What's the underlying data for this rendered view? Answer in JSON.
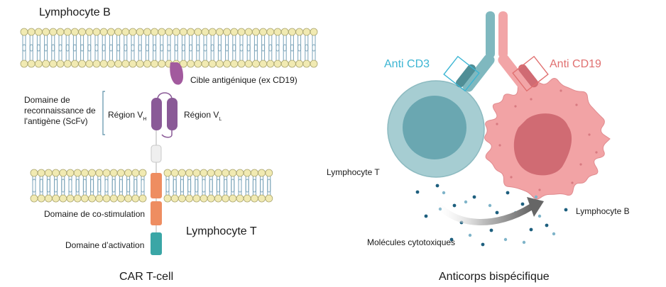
{
  "left": {
    "caption": "CAR T-cell",
    "top_membrane_label": "Lymphocyte B",
    "target_label": "Cible antigénique (ex CD19)",
    "scfv_label_lines": [
      "Domaine de",
      "reconnaissance de",
      "l'antigène (ScFv)"
    ],
    "vh_label": "Région V",
    "vh_sub": "H",
    "vl_label": "Région V",
    "vl_sub": "L",
    "costim_label": "Domaine de co-stimulation",
    "activation_label": "Domaine d’activation",
    "t_cell_label": "Lymphocyte T"
  },
  "right": {
    "caption": "Anticorps bispécifique",
    "anti_cd3_label": "Anti CD3",
    "anti_cd19_label": "Anti CD19",
    "t_cell_label": "Lymphocyte T",
    "b_cell_label": "Lymphocyte B",
    "cytotoxic_label": "Molécules cytotoxiques"
  },
  "colors": {
    "membrane_head": "#f1eab2",
    "membrane_head_stroke": "#a9a46e",
    "lipid_tail": "#7aa3b8",
    "target": "#a25a9e",
    "scfv": "#8a5a97",
    "hinge": "#e8e8e8",
    "costim": "#ee8d61",
    "activation": "#3aa6a6",
    "anti_cd3_text": "#3bb5d3",
    "anti_cd19_text": "#e07070",
    "t_cell_outer": "#a6cdd2",
    "t_cell_nucleus": "#6aa7b1",
    "b_cell": "#f09fa1",
    "b_cell_nucleus": "#d26a72",
    "antibody_teal": "#7fb8bf",
    "antibody_pink": "#f2a5a7",
    "dots_dark": "#1d5f7e",
    "dots_light": "#7fb4c9"
  }
}
